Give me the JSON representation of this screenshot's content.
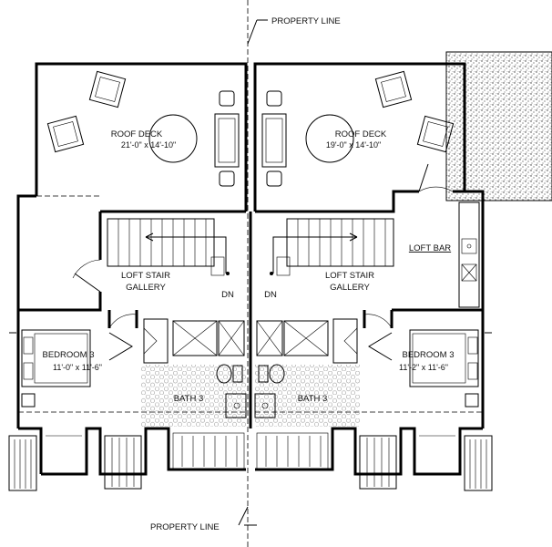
{
  "labels": {
    "property_line_top": "PROPERTY LINE",
    "property_line_bottom": "PROPERTY LINE",
    "roof_deck_left": "ROOF DECK",
    "roof_deck_left_dim": "21'-0\" x 14'-10\"",
    "roof_deck_right": "ROOF DECK",
    "roof_deck_right_dim": "19'-0\" x 14'-10\"",
    "loft_bar": "LOFT BAR",
    "loft_stair_left": "LOFT STAIR",
    "gallery_left": "GALLERY",
    "loft_stair_right": "LOFT STAIR",
    "gallery_right": "GALLERY",
    "dn_left": "DN",
    "dn_right": "DN",
    "bedroom_left": "BEDROOM 3",
    "bedroom_left_dim": "11'-0\" x 11'-6\"",
    "bedroom_right": "BEDROOM 3",
    "bedroom_right_dim": "11'-2\" x 11'-6\"",
    "bath_left": "BATH 3",
    "bath_right": "BATH 3"
  },
  "colors": {
    "line": "#000000",
    "background": "#ffffff",
    "tile": "#8a8a8a"
  }
}
